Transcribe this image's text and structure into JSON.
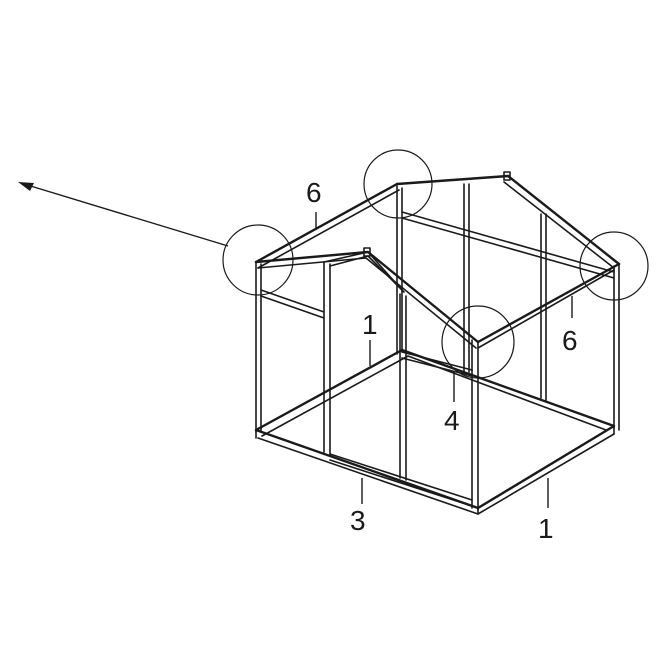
{
  "callouts": {
    "roof_left": "6",
    "roof_right": "6",
    "door_frame": "1",
    "floor_front": "3",
    "floor_right": "1",
    "center_post": "4"
  },
  "colors": {
    "line": "#1a1a1a",
    "background": "#ffffff"
  }
}
